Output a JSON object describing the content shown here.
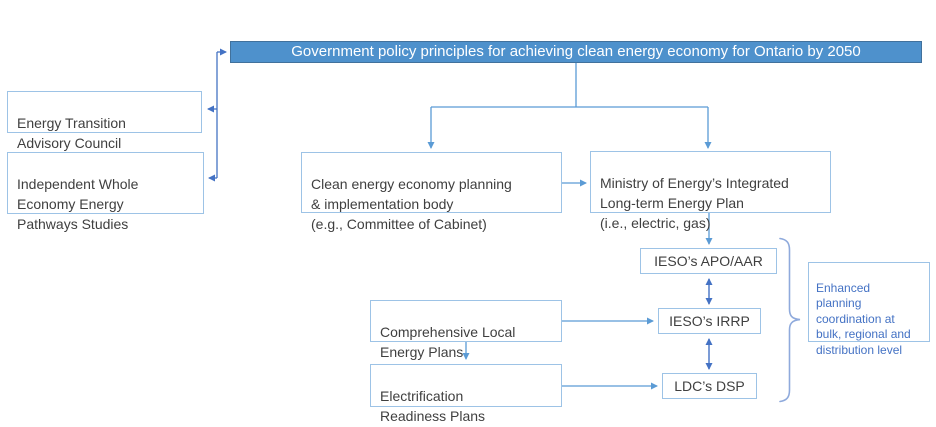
{
  "title_box": {
    "label": "Government policy principles for achieving clean energy economy for Ontario by 2050"
  },
  "nodes": {
    "etac": {
      "label": "Energy Transition\nAdvisory Council"
    },
    "iweeps": {
      "label": "Independent Whole\nEconomy Energy\nPathways Studies"
    },
    "ceep": {
      "label": "Clean energy economy planning\n& implementation body\n(e.g., Committee of Cabinet)"
    },
    "moe": {
      "label": "Ministry of Energy’s Integrated\nLong-term Energy Plan\n(i.e., electric, gas)"
    },
    "clep": {
      "label": "Comprehensive Local\nEnergy Plans"
    },
    "erp": {
      "label": "Electrification\nReadiness Plans"
    },
    "apo": {
      "label": "IESO’s APO/AAR"
    },
    "irrp": {
      "label": "IESO’s IRRP"
    },
    "dsp": {
      "label": "LDC’s DSP"
    },
    "annotation": {
      "label": "Enhanced\nplanning\ncoordination at\nbulk, regional and\ndistribution level"
    }
  },
  "colors": {
    "title_fill": "#4E91CC",
    "title_border": "#41719C",
    "title_text": "#FFFFFF",
    "node_border": "#9DC3E6",
    "node_text": "#3F3F3F",
    "connector_light": "#5B9BD5",
    "connector_dark": "#4472C4",
    "brace": "#8FAADC",
    "annotation_text": "#4472C4",
    "background": "#FFFFFF"
  }
}
